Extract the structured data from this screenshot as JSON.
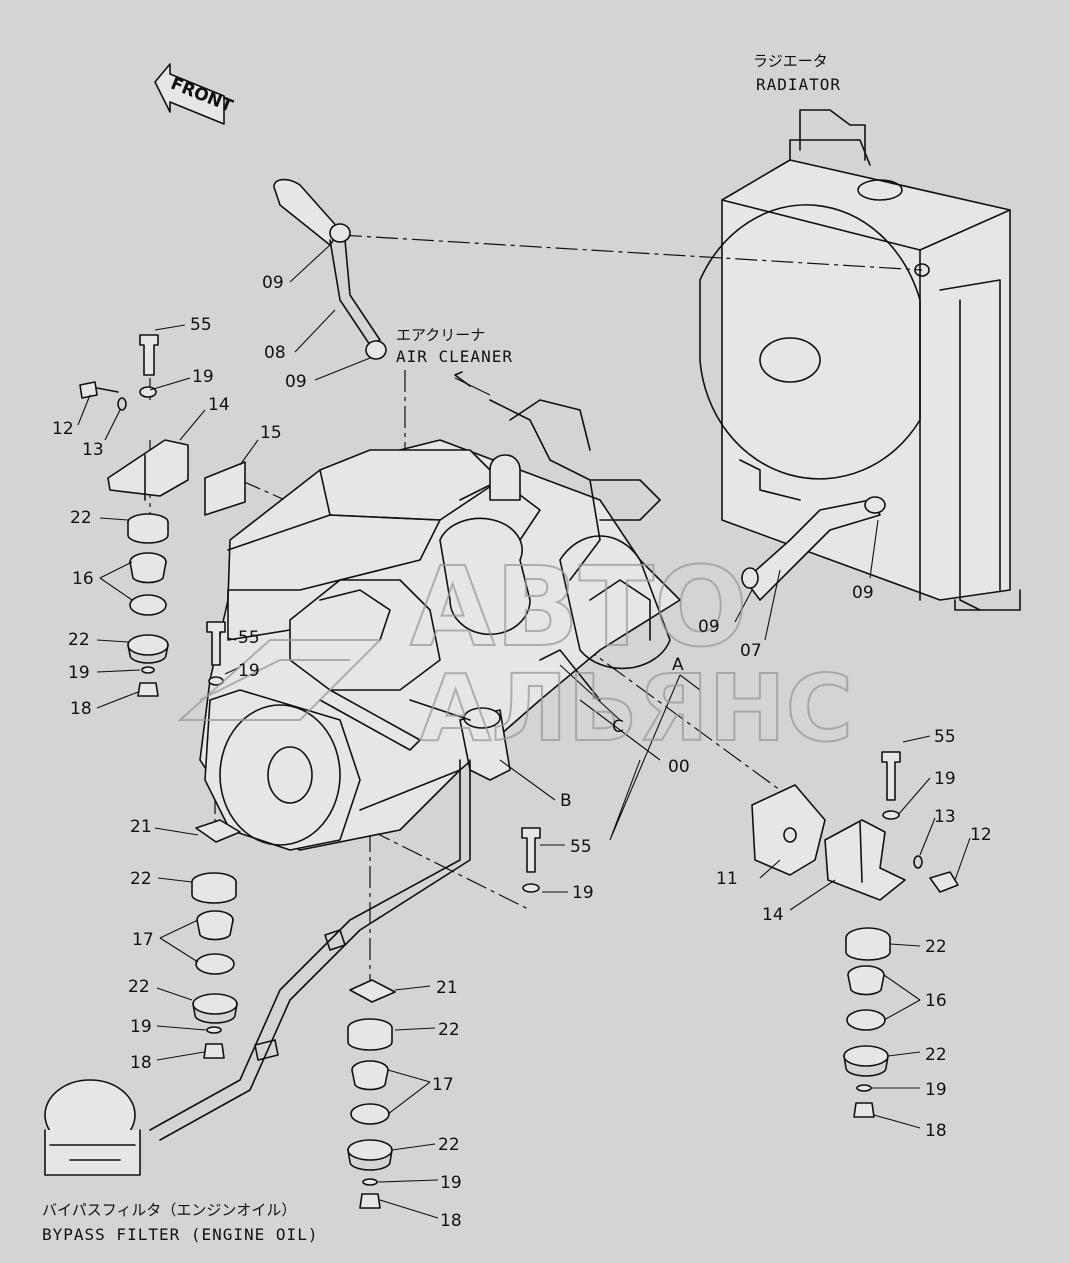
{
  "direction": {
    "front": "FRONT"
  },
  "captions": {
    "radiator_jp": "ラジエータ",
    "radiator_en": "RADIATOR",
    "air_cleaner_jp": "エアクリーナ",
    "air_cleaner_en": "AIR CLEANER",
    "bypass_jp": "バイパスフィルタ（エンジンオイル）",
    "bypass_en": "BYPASS FILTER (ENGINE OIL)"
  },
  "watermark": {
    "line1": "АВТО",
    "line2": "АЛЬЯНС"
  },
  "callouts": {
    "p09a": "09",
    "p08": "08",
    "p09b": "09",
    "p55a": "55",
    "p19a": "19",
    "p12a": "12",
    "p13a": "13",
    "p14a": "14",
    "p15": "15",
    "p22a": "22",
    "p16a": "16",
    "p22b": "22",
    "p55b": "55",
    "p19b": "19",
    "p19c": "19",
    "p18a": "18",
    "p21a": "21",
    "p22c": "22",
    "p17a": "17",
    "p22d": "22",
    "p19d": "19",
    "p18b": "18",
    "p09c": "09",
    "p07": "07",
    "p09d": "09",
    "pA": "A",
    "pC": "C",
    "p00": "00",
    "pB": "B",
    "p55c": "55",
    "p19e": "19",
    "p55d": "55",
    "p19f": "19",
    "p13b": "13",
    "p12b": "12",
    "p11": "11",
    "p14b": "14",
    "p22e": "22",
    "p16b": "16",
    "p22f": "22",
    "p19g": "19",
    "p18c": "18",
    "p21b": "21",
    "p22g": "22",
    "p17b": "17",
    "p22h": "22",
    "p19h": "19",
    "p18d": "18"
  },
  "colors": {
    "background": "#d4d4d4",
    "ink": "#111111"
  }
}
